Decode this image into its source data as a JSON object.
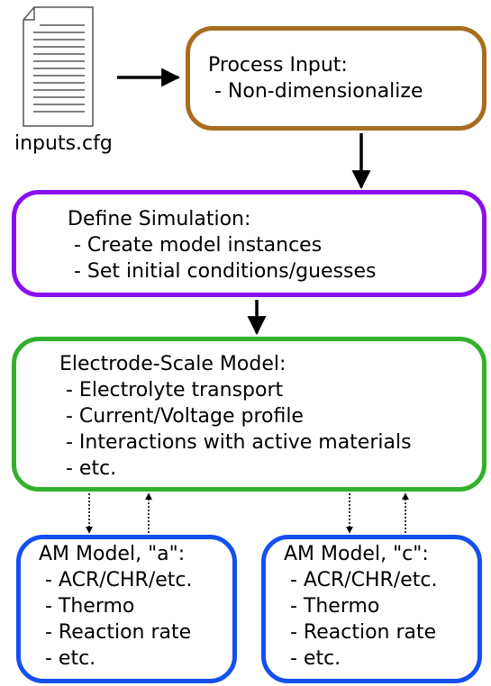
{
  "file": {
    "caption": "inputs.cfg"
  },
  "process_input": {
    "lines": [
      "Process Input:",
      " - Non-dimensionalize"
    ],
    "border_color": "#a86d1e"
  },
  "define_simulation": {
    "lines": [
      "Define Simulation:",
      " - Create model instances",
      " - Set initial conditions/guesses"
    ],
    "border_color": "#8a0ff0"
  },
  "electrode_model": {
    "lines": [
      "Electrode-Scale Model:",
      " - Electrolyte transport",
      " - Current/Voltage profile",
      " - Interactions with active materials",
      " - etc."
    ],
    "border_color": "#33b02b"
  },
  "am_model_a": {
    "lines": [
      "AM Model, \"a\":",
      " - ACR/CHR/etc.",
      " - Thermo",
      " - Reaction rate",
      " - etc."
    ],
    "border_color": "#1450f0"
  },
  "am_model_c": {
    "lines": [
      "AM Model, \"c\":",
      " - ACR/CHR/etc.",
      " - Thermo",
      " - Reaction rate",
      " - etc."
    ],
    "border_color": "#1450f0"
  }
}
